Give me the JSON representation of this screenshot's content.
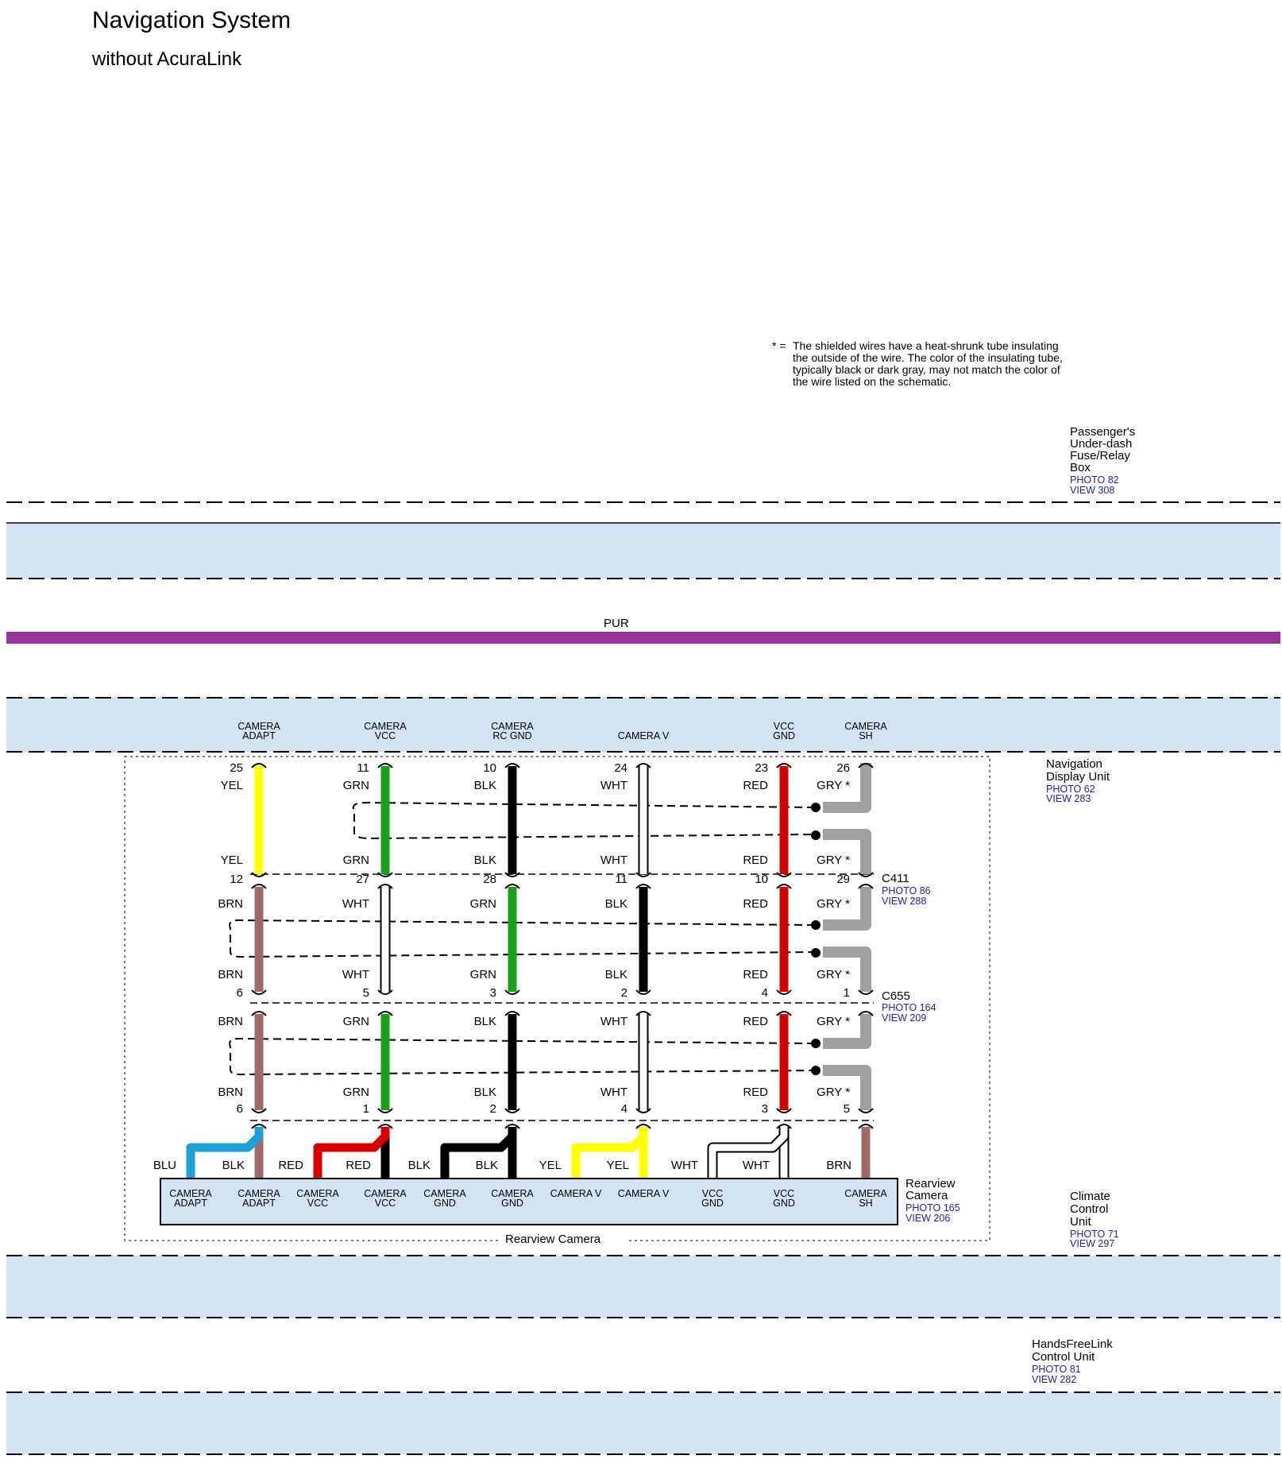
{
  "title": "Navigation System",
  "subtitle": "without AcuraLink",
  "note": {
    "marker": "* =",
    "lines": [
      "The shielded wires have a heat-shrunk tube insulating",
      "the outside of the wire. The color of the insulating tube,",
      "typically black or dark gray, may not match the color of",
      "the wire listed on the schematic."
    ]
  },
  "components": {
    "fuse_box": {
      "lines": [
        "Passenger's",
        "Under-dash",
        "Fuse/Relay",
        "Box"
      ],
      "photo": "PHOTO 82",
      "view": "VIEW 308"
    },
    "nav_unit": {
      "lines": [
        "Navigation",
        "Display Unit"
      ],
      "photo": "PHOTO 62",
      "view": "VIEW 283"
    },
    "climate": {
      "lines": [
        "Climate",
        "Control",
        "Unit"
      ],
      "photo": "PHOTO 71",
      "view": "VIEW 297"
    },
    "handsfree": {
      "lines": [
        "HandsFreeLink",
        "Control Unit"
      ],
      "photo": "PHOTO 81",
      "view": "VIEW 282"
    },
    "rearview": {
      "lines": [
        "Rearview",
        "Camera"
      ],
      "photo": "PHOTO 165",
      "view": "VIEW 206",
      "bottom_label": "Rearview Camera"
    }
  },
  "purple_wire": {
    "label": "PUR",
    "color": "#993399"
  },
  "connectors": {
    "c411": {
      "name": "C411",
      "photo": "PHOTO 86",
      "view": "VIEW 288"
    },
    "c655": {
      "name": "C655",
      "photo": "PHOTO 164",
      "view": "VIEW 209"
    }
  },
  "nav_pins": [
    {
      "l1": "CAMERA",
      "l2": "ADAPT"
    },
    {
      "l1": "CAMERA",
      "l2": "VCC"
    },
    {
      "l1": "CAMERA",
      "l2": "RC GND"
    },
    {
      "l1": "",
      "l2": "CAMERA V"
    },
    {
      "l1": "VCC",
      "l2": "GND"
    },
    {
      "l1": "CAMERA",
      "l2": "SH"
    }
  ],
  "columns": [
    {
      "pins": [
        "25",
        "12",
        "6",
        "6"
      ],
      "colors": [
        "YEL",
        "YEL",
        "BRN",
        "BRN",
        "BRN",
        "BRN"
      ],
      "c1": "#ffff00",
      "c2": "#9e6b67",
      "c3": "#9e6b67",
      "c4": "#9e6b67"
    },
    {
      "pins": [
        "11",
        "27",
        "5",
        "1"
      ],
      "colors": [
        "GRN",
        "GRN",
        "WHT",
        "WHT",
        "GRN",
        "GRN"
      ],
      "c1": "#1aa01a",
      "c2": "#ffffff",
      "c3": "#1aa01a",
      "c4": "#000000"
    },
    {
      "pins": [
        "10",
        "28",
        "3",
        "2"
      ],
      "colors": [
        "BLK",
        "BLK",
        "GRN",
        "GRN",
        "BLK",
        "BLK"
      ],
      "c1": "#000000",
      "c2": "#1aa01a",
      "c3": "#000000",
      "c4": "#000000"
    },
    {
      "pins": [
        "24",
        "11",
        "2",
        "4"
      ],
      "colors": [
        "WHT",
        "WHT",
        "BLK",
        "BLK",
        "WHT",
        "WHT"
      ],
      "c1": "#ffffff",
      "c2": "#000000",
      "c3": "#ffffff",
      "c4": "#ffff00"
    },
    {
      "pins": [
        "23",
        "10",
        "4",
        "3"
      ],
      "colors": [
        "RED",
        "RED",
        "RED",
        "RED",
        "RED",
        "RED"
      ],
      "c1": "#d40000",
      "c2": "#d40000",
      "c3": "#d40000",
      "c4": "#ffffff"
    },
    {
      "pins": [
        "26",
        "29",
        "1",
        "5"
      ],
      "colors": [
        "GRY *",
        "GRY *",
        "GRY *",
        "GRY *",
        "GRY *",
        "GRY *"
      ],
      "c1": "#a0a0a0",
      "c2": "#a0a0a0",
      "c3": "#a0a0a0",
      "c4": "#9e6b67"
    }
  ],
  "camera_pairs": [
    {
      "left": "BLU",
      "right": "BLK",
      "leftColor": "#1e9fd6",
      "rightColor": "#000000"
    },
    {
      "left": "RED",
      "right": "RED",
      "leftColor": "#d40000",
      "rightColor": "#d40000"
    },
    {
      "left": "BLK",
      "right": "BLK",
      "leftColor": "#000000",
      "rightColor": "#000000"
    },
    {
      "left": "YEL",
      "right": "YEL",
      "leftColor": "#ffff00",
      "rightColor": "#ffff00"
    },
    {
      "left": "WHT",
      "right": "WHT",
      "leftColor": "#ffffff",
      "rightColor": "#ffffff"
    },
    {
      "left": "",
      "right": "BRN",
      "leftColor": "",
      "rightColor": "#9e6b67"
    }
  ],
  "camera_pins": [
    {
      "l1": "CAMERA",
      "l2": "ADAPT"
    },
    {
      "l1": "CAMERA",
      "l2": "ADAPT"
    },
    {
      "l1": "CAMERA",
      "l2": "VCC"
    },
    {
      "l1": "CAMERA",
      "l2": "VCC"
    },
    {
      "l1": "CAMERA",
      "l2": "GND"
    },
    {
      "l1": "CAMERA",
      "l2": "GND"
    },
    {
      "l1": "",
      "l2": "CAMERA V"
    },
    {
      "l1": "",
      "l2": "CAMERA V"
    },
    {
      "l1": "VCC",
      "l2": "GND"
    },
    {
      "l1": "VCC",
      "l2": "GND"
    },
    {
      "l1": "CAMERA",
      "l2": "SH"
    }
  ],
  "band_color": "#d4e3f4"
}
